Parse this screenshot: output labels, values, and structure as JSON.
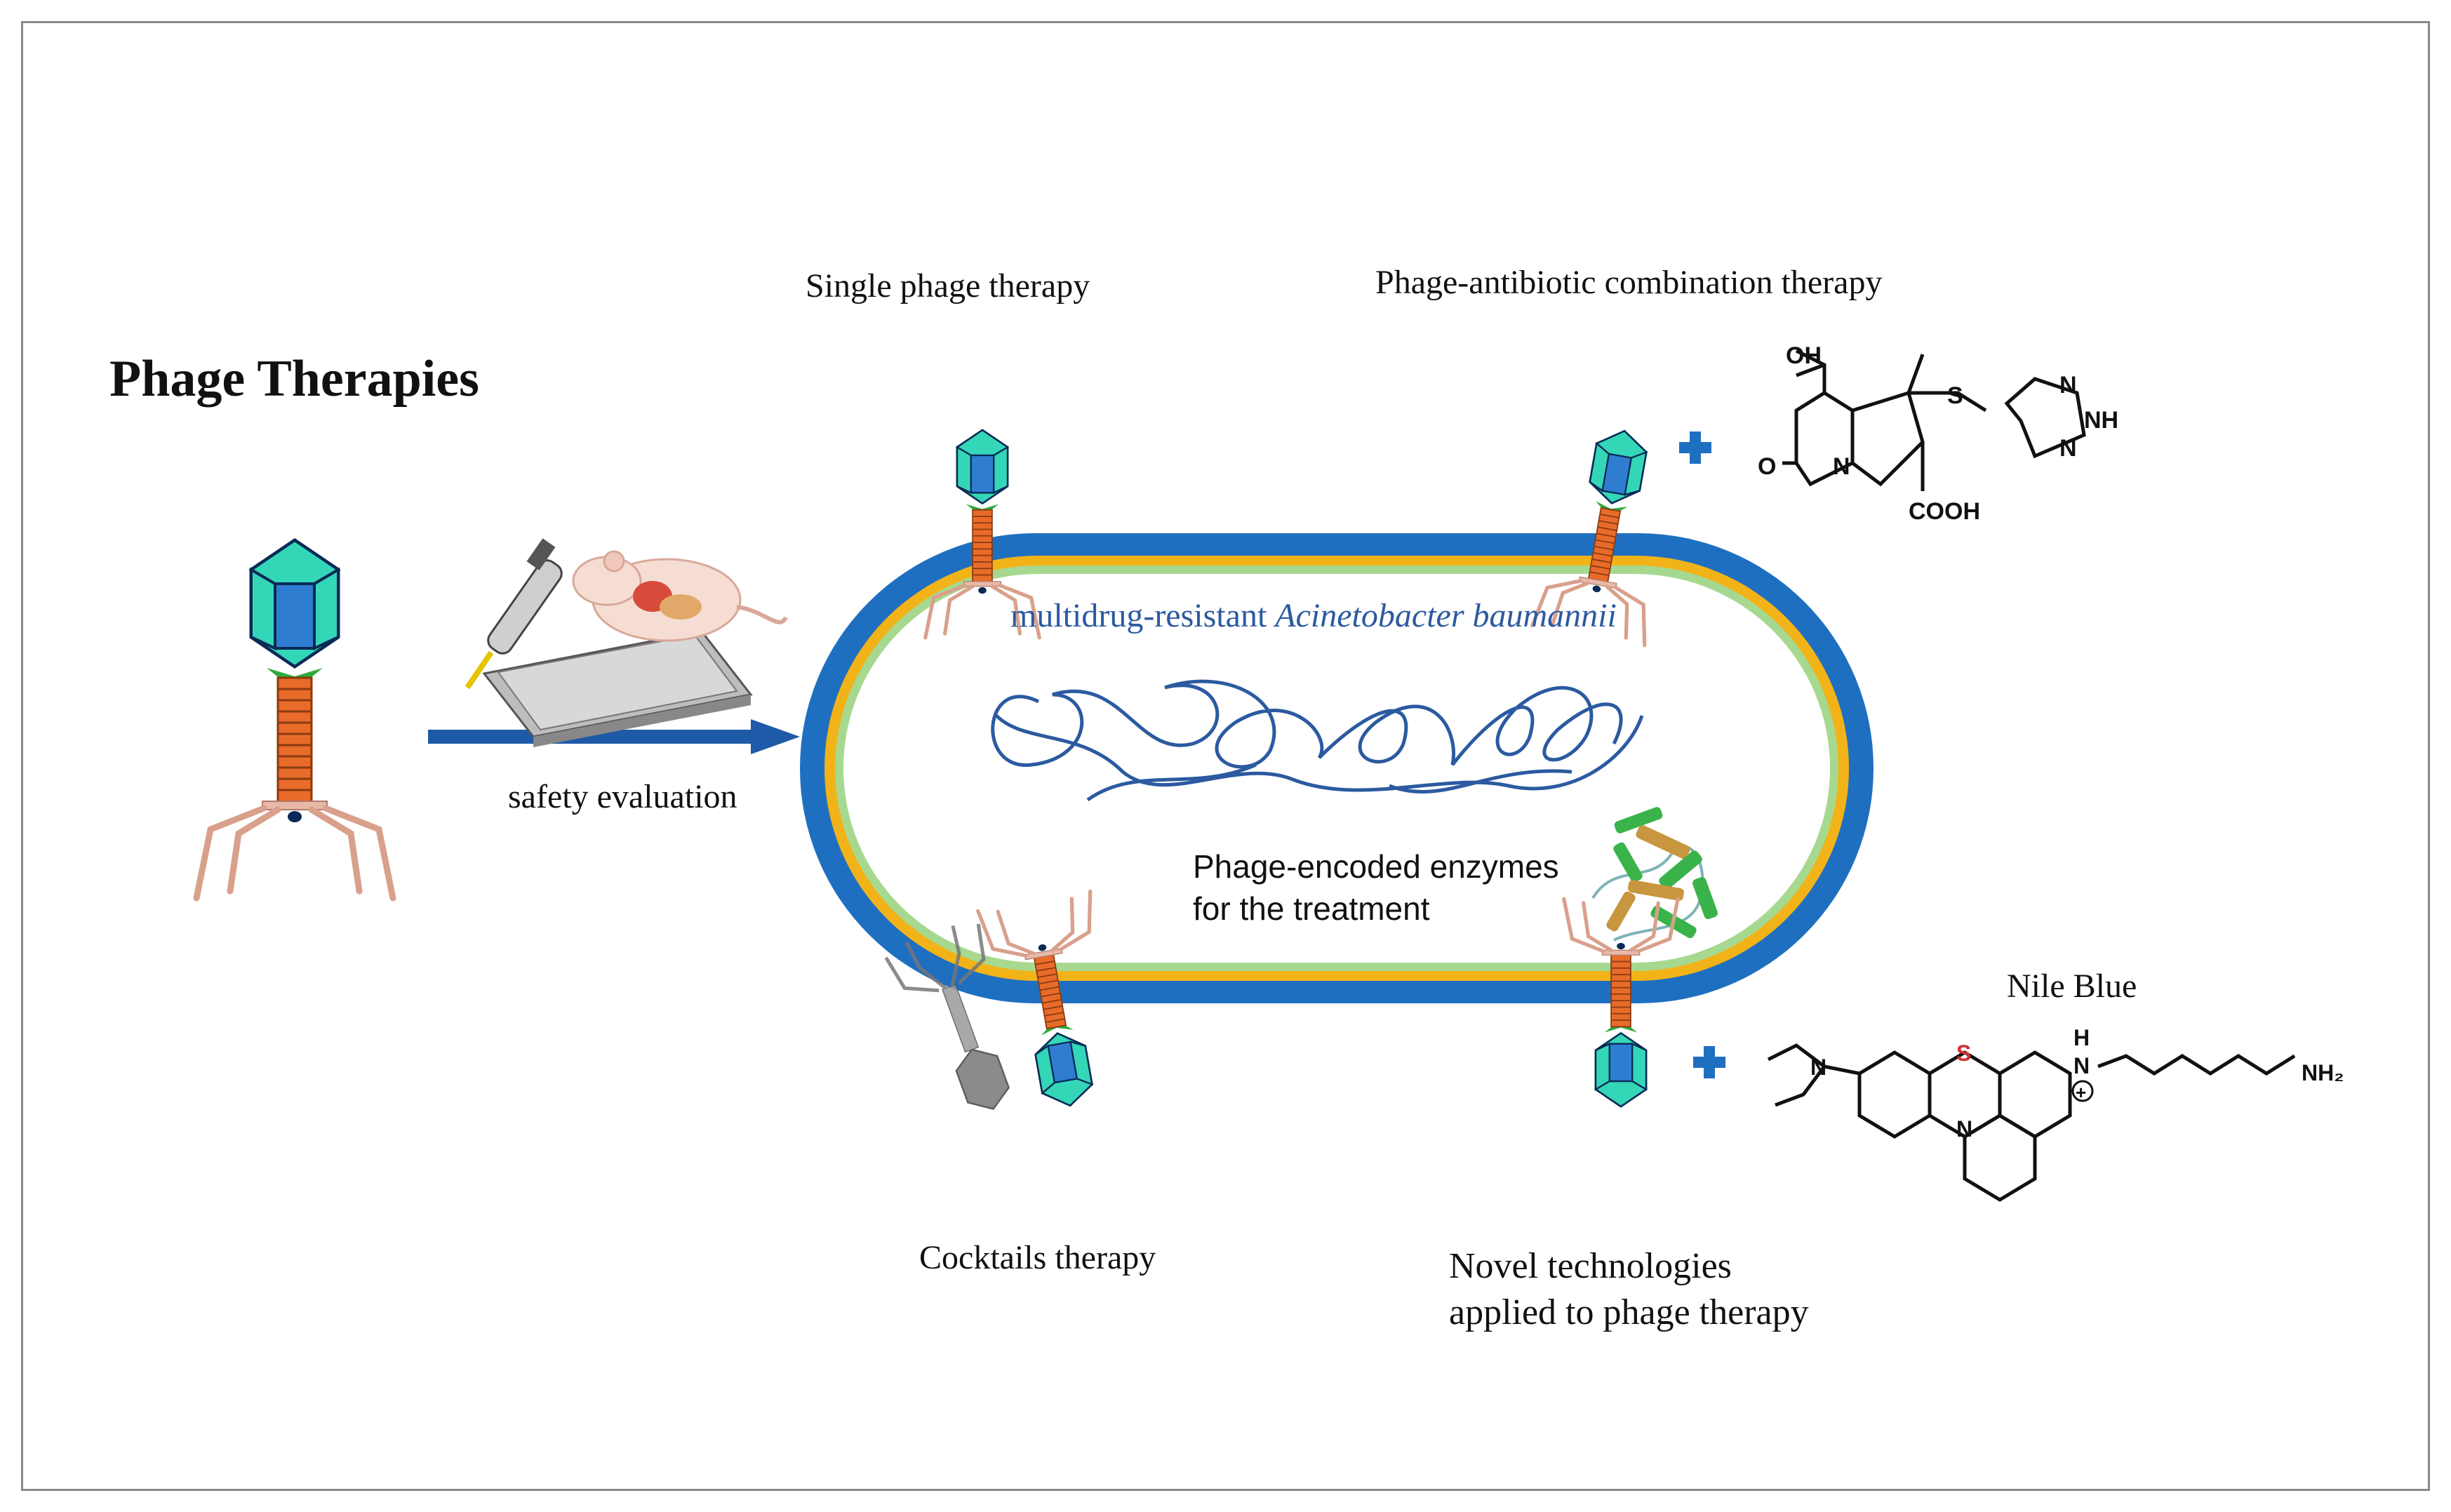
{
  "title": "Phage  Therapies",
  "labels": {
    "safety": "safety evaluation",
    "single": "Single phage therapy",
    "combo": "Phage-antibiotic combination therapy",
    "bacterium_prefix": "multidrug-resistant ",
    "bacterium_species": "Acinetobacter baumannii",
    "enzymes": "Phage-encoded enzymes for the treatment",
    "cocktail": "Cocktails therapy",
    "novel": "Novel technologies applied to phage therapy",
    "nile": "Nile Blue"
  },
  "chem": {
    "oh": "OH",
    "n": "N",
    "o": "O",
    "s": "S",
    "nh": "NH",
    "cooh": "COOH",
    "h": "H",
    "plus_charge": "+",
    "nh2": "NH₂"
  },
  "colors": {
    "outer_wall": "#1f6fc0",
    "inner_ring": "#f2b318",
    "membrane": "#a6d98f",
    "capsid": "#2e7dd1",
    "capsid_cap": "#34d6b8",
    "tail": "#e86b2a",
    "plus": "#1f6fc0",
    "dna": "#2b5aa0"
  },
  "icons": [
    "phage-icon",
    "pipette-icon",
    "mouse-icon",
    "well-plate-icon",
    "plus-icon",
    "protein-structure-icon",
    "dna-strand-icon"
  ]
}
